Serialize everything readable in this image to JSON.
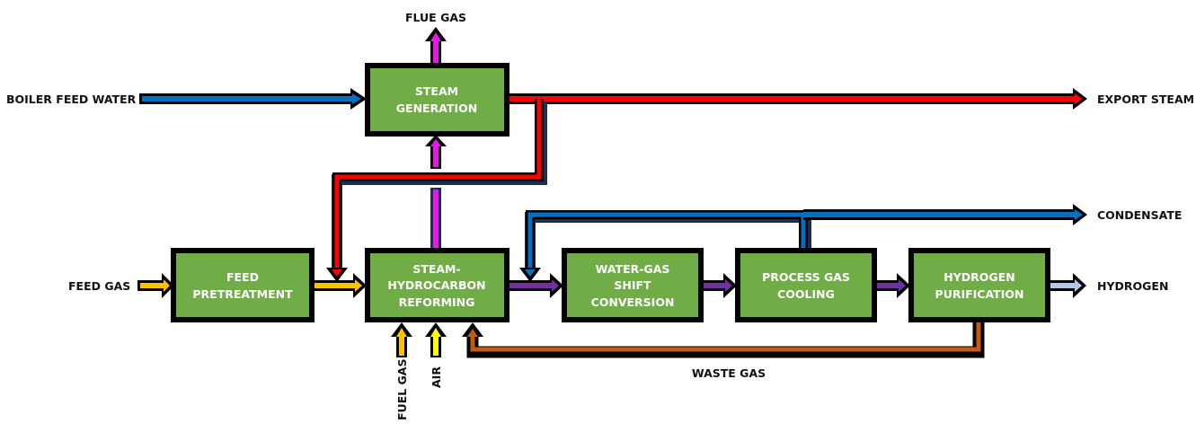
{
  "title": "Steam-Hydrocarbon Reforming Hydrogen Plant Block Flow Diagram",
  "colors": {
    "box_fill": "#70AD47",
    "box_border": "#000000",
    "water": "#0070C0",
    "steam": "#FF0000",
    "flue_gas": "#E619E6",
    "feed_gas": "#FFC000",
    "air": "#FFFF00",
    "process_gas": "#7030A0",
    "hydrogen": "#B4C7E7",
    "waste_gas": "#C55A11",
    "outline_dark": "#1F2D4F"
  },
  "blocks": {
    "steam_generation": [
      "STEAM",
      "GENERATION"
    ],
    "feed_pretreatment": [
      "FEED",
      "PRETREATMENT"
    ],
    "reforming": [
      "STEAM-",
      "HYDROCARBON",
      "REFORMING"
    ],
    "shift": [
      "WATER-GAS",
      "SHIFT",
      "CONVERSION"
    ],
    "cooling": [
      "PROCESS GAS",
      "COOLING"
    ],
    "purification": [
      "HYDROGEN",
      "PURIFICATION"
    ]
  },
  "streams": {
    "flue_gas": "FLUE GAS",
    "boiler_feed_water": "BOILER FEED WATER",
    "export_steam": "EXPORT STEAM",
    "condensate": "CONDENSATE",
    "feed_gas": "FEED GAS",
    "hydrogen": "HYDROGEN",
    "fuel_gas": "FUEL GAS",
    "air": "AIR",
    "waste_gas": "WASTE GAS"
  }
}
